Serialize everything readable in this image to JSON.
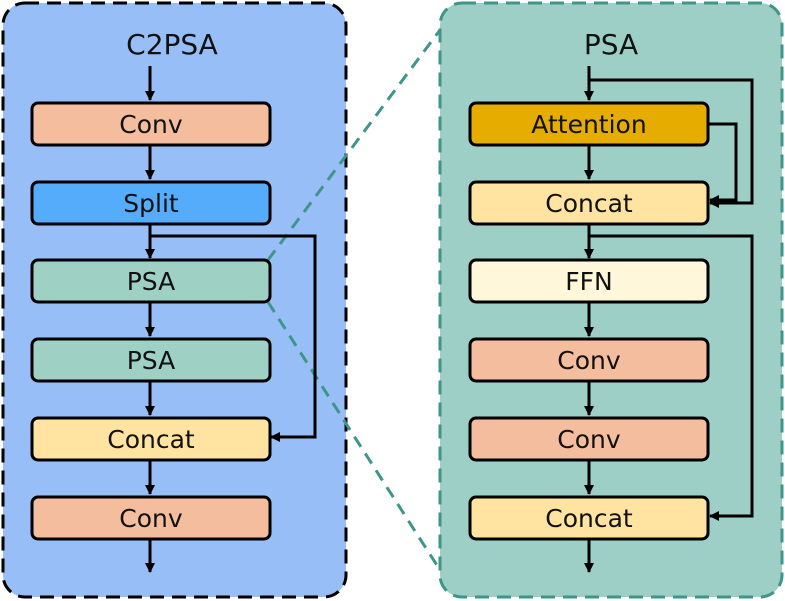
{
  "left_panel": {
    "title": "C2PSA",
    "blocks": [
      {
        "label": "Conv",
        "color": "#F4BE9E"
      },
      {
        "label": "Split",
        "color": "#55ACFB"
      },
      {
        "label": "PSA",
        "color": "#9FD0C4"
      },
      {
        "label": "PSA",
        "color": "#9FD0C4"
      },
      {
        "label": "Concat",
        "color": "#FFE3A0"
      },
      {
        "label": "Conv",
        "color": "#F4BE9E"
      }
    ],
    "background": "#97BEF7"
  },
  "right_panel": {
    "title": "PSA",
    "blocks": [
      {
        "label": "Attention",
        "color": "#E6AD00"
      },
      {
        "label": "Concat",
        "color": "#FFE3A0"
      },
      {
        "label": "FFN",
        "color": "#FFF7D9"
      },
      {
        "label": "Conv",
        "color": "#F4BE9E"
      },
      {
        "label": "Conv",
        "color": "#F4BE9E"
      },
      {
        "label": "Concat",
        "color": "#FFE3A0"
      }
    ],
    "background": "#9ECFC6",
    "border_color": "#3E9688"
  }
}
